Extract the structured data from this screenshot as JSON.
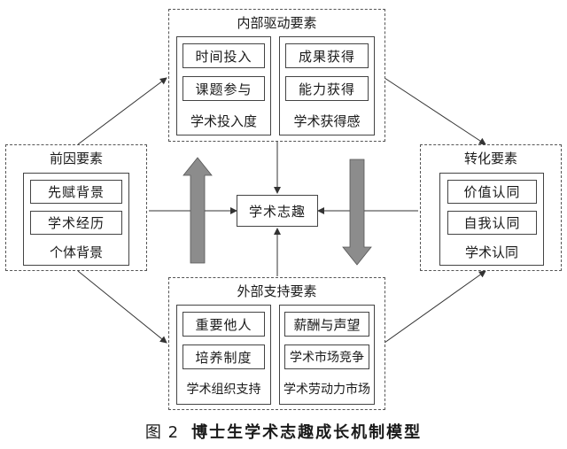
{
  "internal": {
    "title": "内部驱动要素",
    "left_items": [
      "时间投入",
      "课题参与"
    ],
    "left_label": "学术投入度",
    "right_items": [
      "成果获得",
      "能力获得"
    ],
    "right_label": "学术获得感"
  },
  "antecedent": {
    "title": "前因要素",
    "items": [
      "先赋背景",
      "学术经历"
    ],
    "label": "个体背景"
  },
  "center": {
    "label": "学术志趣"
  },
  "transform": {
    "title": "转化要素",
    "items": [
      "价值认同",
      "自我认同"
    ],
    "label": "学术认同"
  },
  "external": {
    "title": "外部支持要素",
    "left_items": [
      "重要他人",
      "培养制度"
    ],
    "left_label": "学术组织支持",
    "right_items": [
      "薪酬与声望",
      "学术市场竞争"
    ],
    "right_label": "学术劳动力市场"
  },
  "caption": {
    "number": "图 2",
    "text": "博士生学术志趣成长机制模型"
  }
}
